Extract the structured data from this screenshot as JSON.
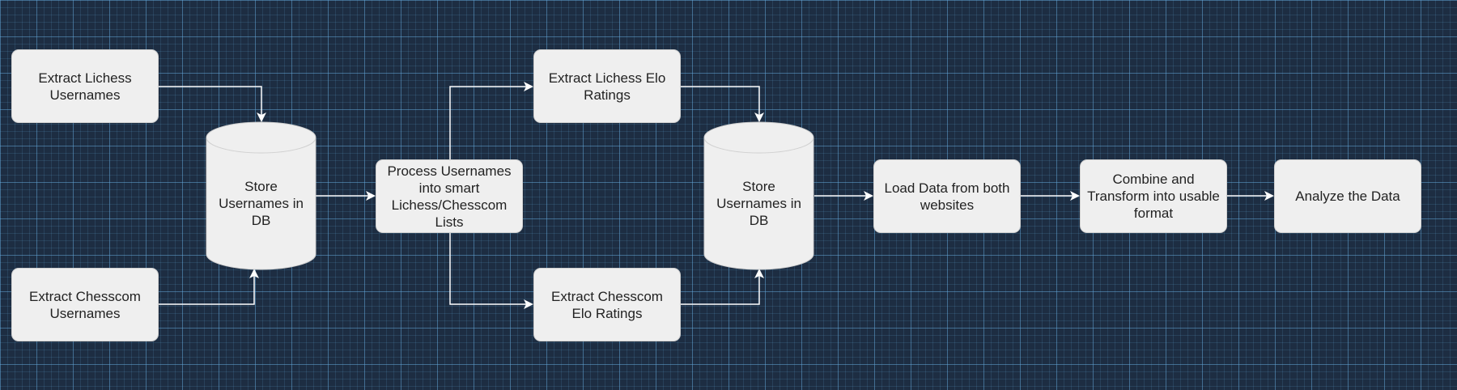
{
  "diagram": {
    "colors": {
      "background": "#1d2d42",
      "grid_line": "#66aadd",
      "node_fill": "#efefef",
      "node_text": "#222222",
      "edge": "#ffffff"
    },
    "nodes": {
      "extract_lichess_usernames": "Extract Lichess\nUsernames",
      "extract_chesscom_usernames": "Extract Chesscom\nUsernames",
      "store_usernames_db_1": "Store\nUsernames in\nDB",
      "process_usernames": "Process Usernames\ninto smart\nLichess/Chesscom\nLists",
      "extract_lichess_elo": "Extract Lichess Elo\nRatings",
      "extract_chesscom_elo": "Extract Chesscom\nElo Ratings",
      "store_usernames_db_2": "Store\nUsernames in\nDB",
      "load_data": "Load Data from both\nwebsites",
      "combine_transform": "Combine and\nTransform into usable\nformat",
      "analyze_data": "Analyze the Data"
    },
    "edges": [
      {
        "from": "extract_lichess_usernames",
        "to": "store_usernames_db_1"
      },
      {
        "from": "extract_chesscom_usernames",
        "to": "store_usernames_db_1"
      },
      {
        "from": "store_usernames_db_1",
        "to": "process_usernames"
      },
      {
        "from": "process_usernames",
        "to": "extract_lichess_elo"
      },
      {
        "from": "process_usernames",
        "to": "extract_chesscom_elo"
      },
      {
        "from": "extract_lichess_elo",
        "to": "store_usernames_db_2"
      },
      {
        "from": "extract_chesscom_elo",
        "to": "store_usernames_db_2"
      },
      {
        "from": "store_usernames_db_2",
        "to": "load_data"
      },
      {
        "from": "load_data",
        "to": "combine_transform"
      },
      {
        "from": "combine_transform",
        "to": "analyze_data"
      }
    ]
  }
}
